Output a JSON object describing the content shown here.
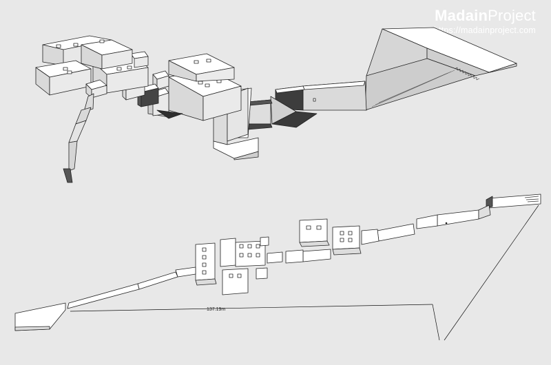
{
  "watermark": {
    "brand_bold": "Madain",
    "brand_light": "Project",
    "url": "https://madainproject.com"
  },
  "measurement": {
    "length_label": "137.19m"
  },
  "colors": {
    "background": "#e8e8e8",
    "top_face": "#ffffff",
    "side_face": "#dcdcdc",
    "shadow": "#3a3a3a",
    "outline": "#222222"
  }
}
